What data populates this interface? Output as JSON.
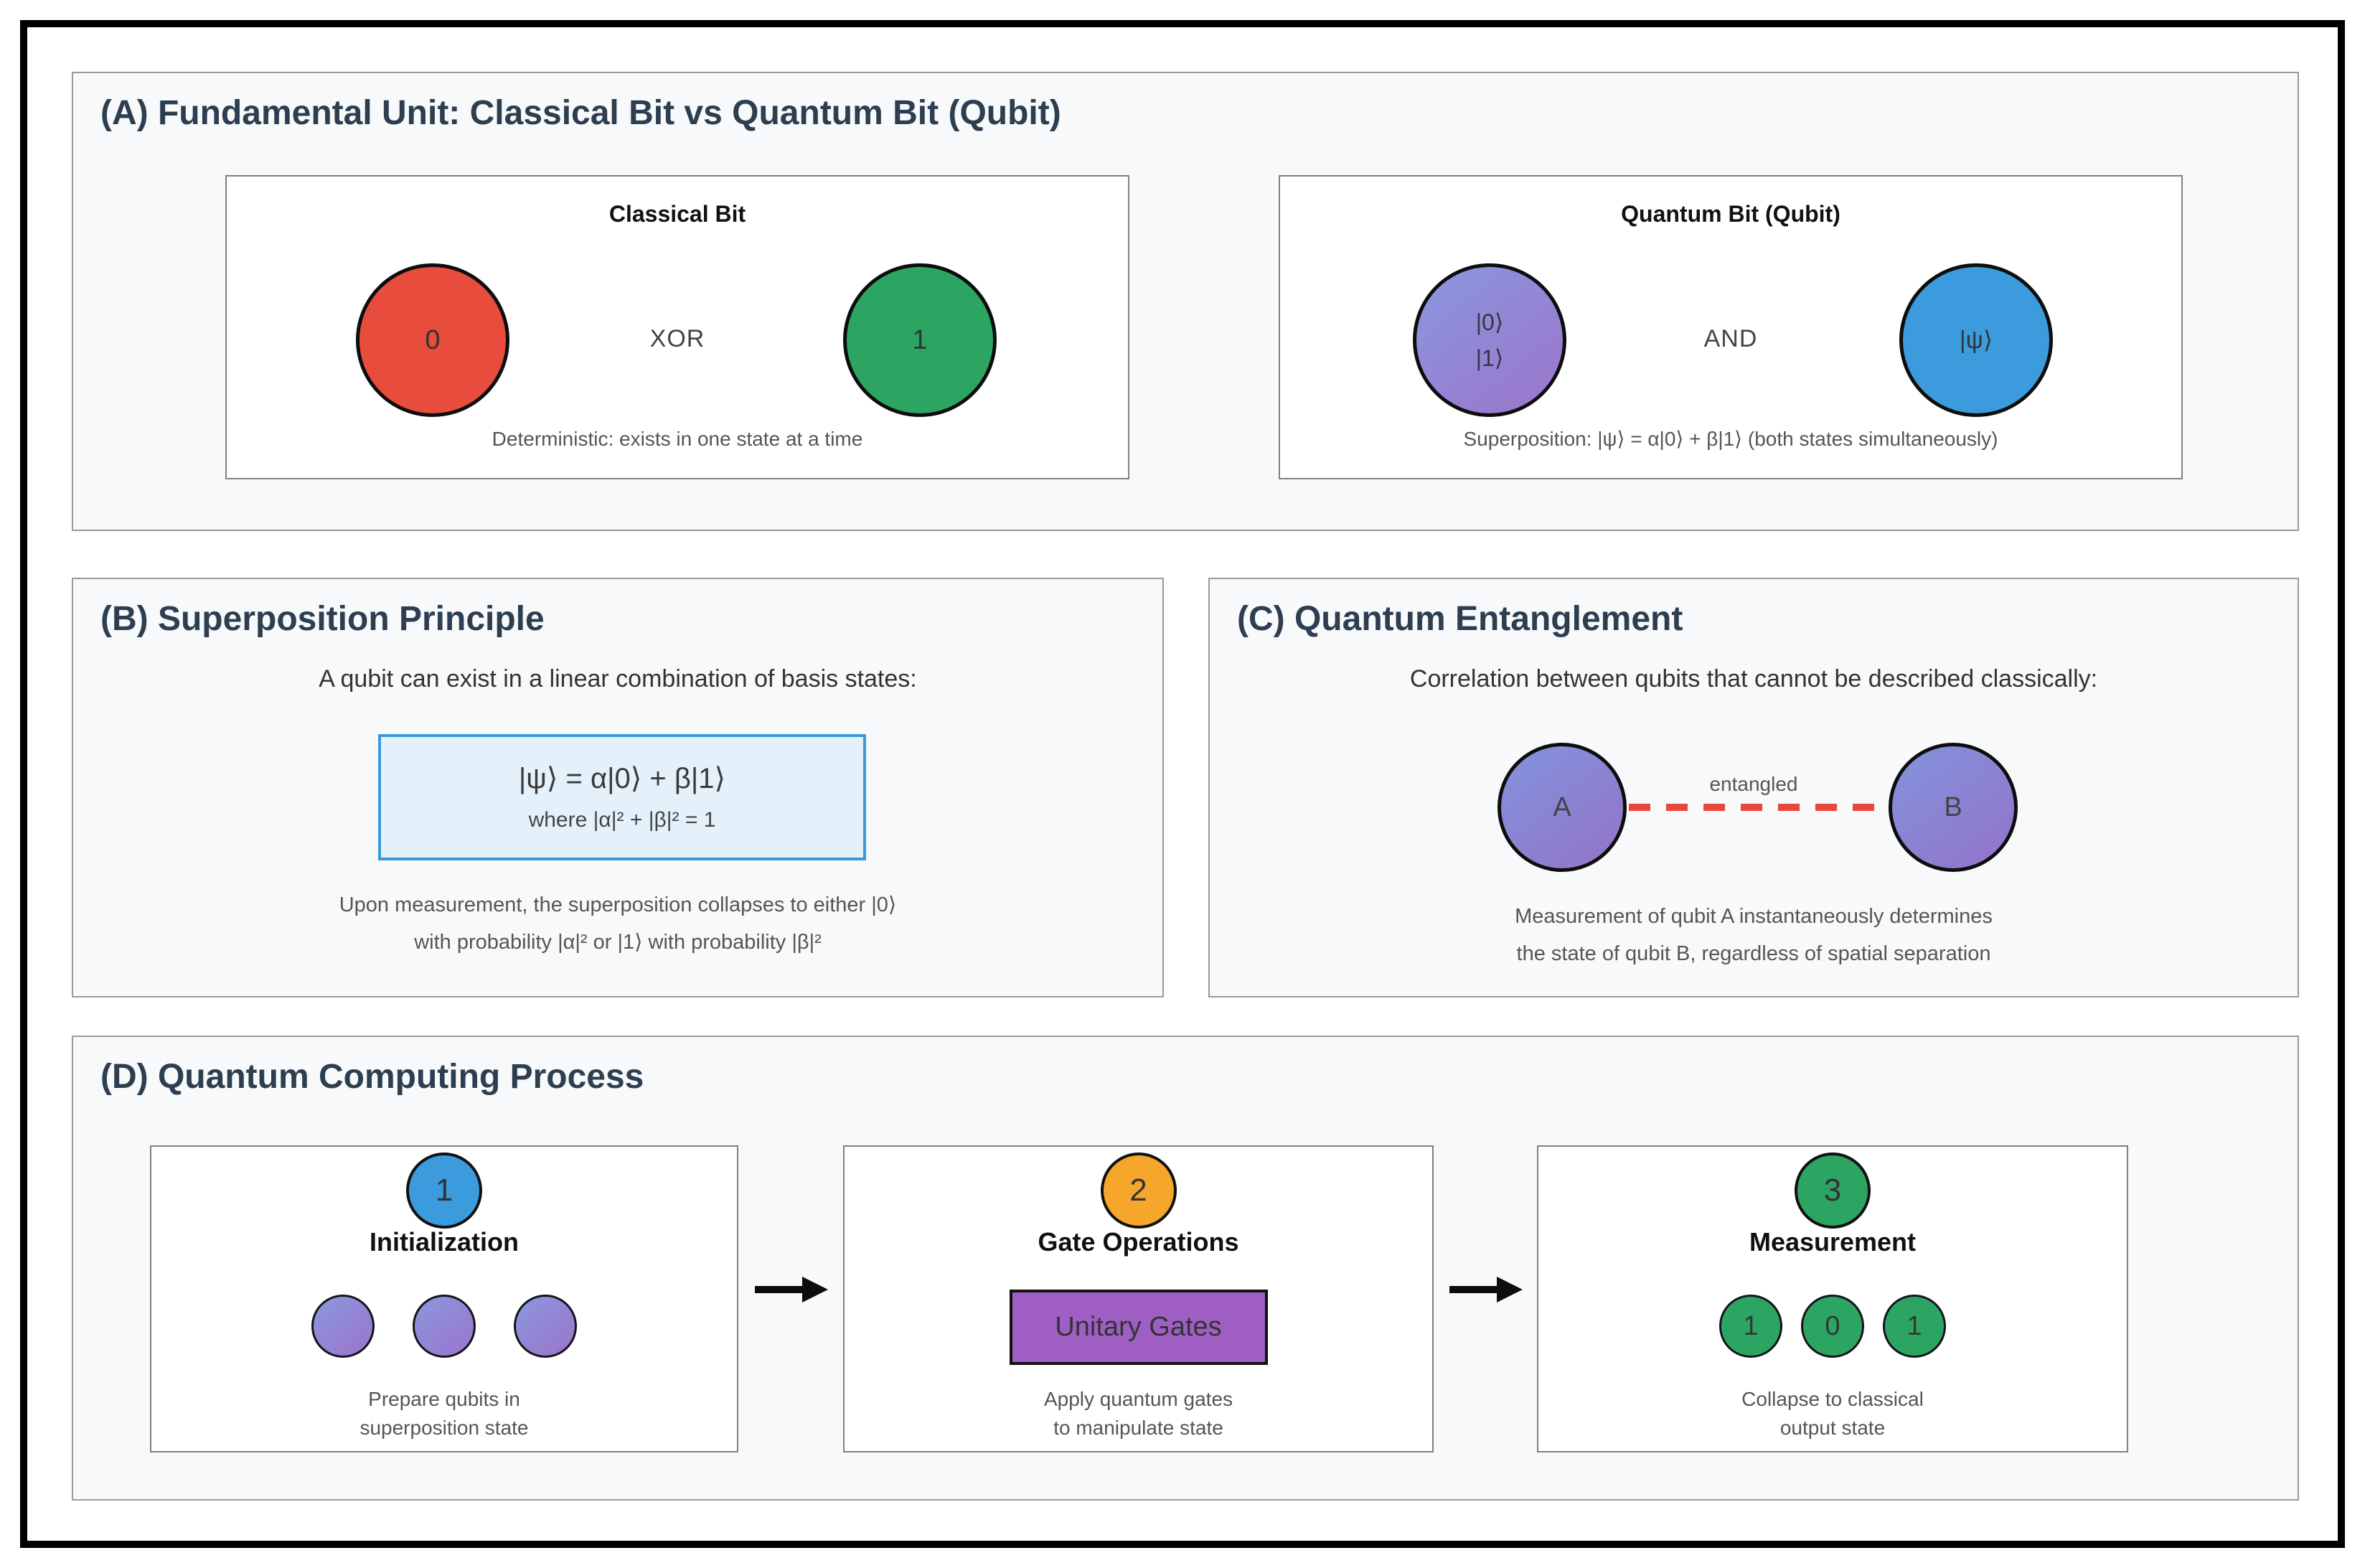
{
  "panel_a": {
    "title": "(A) Fundamental Unit: Classical Bit vs Quantum Bit (Qubit)",
    "classical": {
      "heading": "Classical Bit",
      "bit0": "0",
      "bit1": "1",
      "operator": "XOR",
      "caption": "Deterministic: exists in one state at a time"
    },
    "quantum": {
      "heading": "Quantum Bit (Qubit)",
      "state0": "|0⟩",
      "state1": "|1⟩",
      "operator": "AND",
      "psi": "|ψ⟩",
      "caption": "Superposition: |ψ⟩ = α|0⟩ + β|1⟩ (both states simultaneously)"
    }
  },
  "panel_b": {
    "title": "(B) Superposition Principle",
    "intro": "A qubit can exist in a linear combination of basis states:",
    "formula_main": "|ψ⟩ = α|0⟩ + β|1⟩",
    "formula_sub": "where |α|² + |β|² = 1",
    "caption_line1": "Upon measurement, the superposition collapses to either |0⟩",
    "caption_line2": "with probability |α|² or |1⟩ with probability |β|²"
  },
  "panel_c": {
    "title": "(C) Quantum Entanglement",
    "intro": "Correlation between qubits that cannot be described classically:",
    "qubit_a": "A",
    "qubit_b": "B",
    "link_label": "entangled",
    "caption_line1": "Measurement of qubit A instantaneously determines",
    "caption_line2": "the state of qubit B, regardless of spatial separation"
  },
  "panel_d": {
    "title": "(D) Quantum Computing Process",
    "steps": [
      {
        "number": "1",
        "heading": "Initialization",
        "caption_line1": "Prepare qubits in",
        "caption_line2": "superposition state"
      },
      {
        "number": "2",
        "heading": "Gate Operations",
        "gate_label": "Unitary Gates",
        "caption_line1": "Apply quantum gates",
        "caption_line2": "to manipulate state"
      },
      {
        "number": "3",
        "heading": "Measurement",
        "bits": [
          "1",
          "0",
          "1"
        ],
        "caption_line1": "Collapse to classical",
        "caption_line2": "output state"
      }
    ]
  },
  "colors": {
    "title_navy": "#2C3E50",
    "bit0_red": "#E74C3C",
    "bit1_green": "#2CA563",
    "qubit_blue": "#3B9BDC",
    "qubit_gradient_start": "#8C93DC",
    "qubit_gradient_end": "#9A77CC",
    "step2_orange": "#F5A62B",
    "gate_purple": "#9E5EC3",
    "formula_box_bg": "#E4F1FA",
    "formula_box_border": "#3C99D8",
    "entangled_link_red": "#E8473A",
    "caption_gray": "#555555"
  }
}
